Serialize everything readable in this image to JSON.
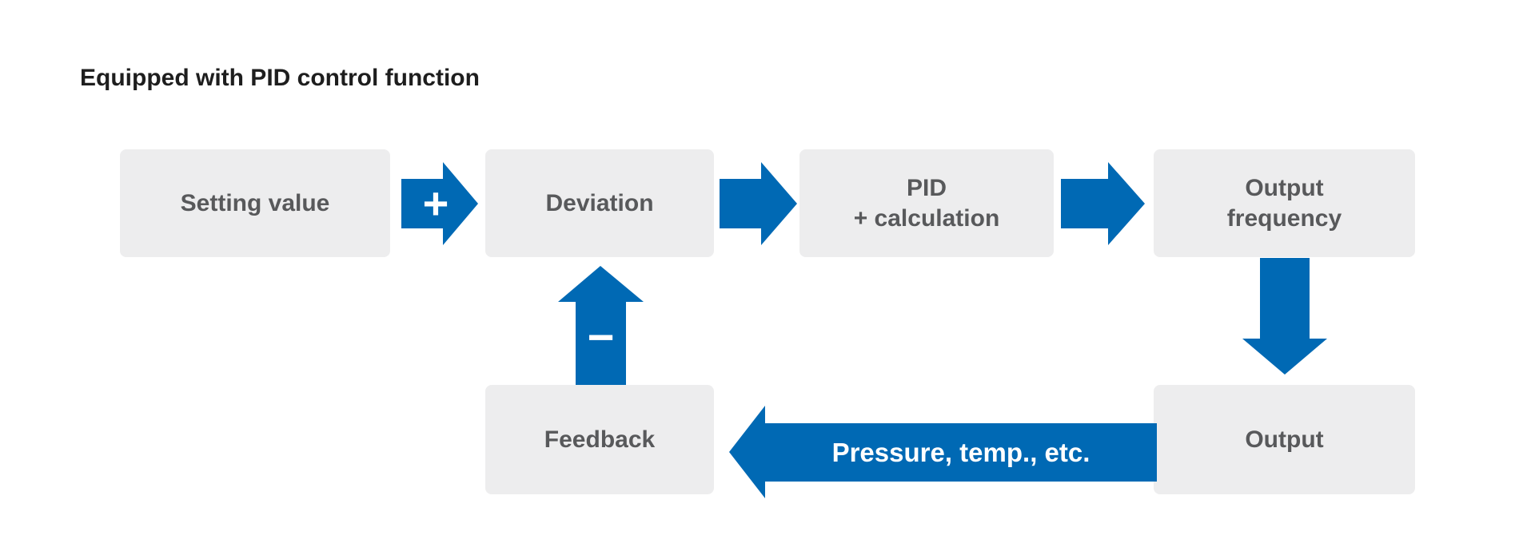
{
  "title": "Equipped with PID control function",
  "colors": {
    "arrow_blue": "#0069b4",
    "box_background": "#ededee",
    "box_text": "#58595b",
    "title_text": "#1e1e1e",
    "arrow_label_text": "#ffffff"
  },
  "boxes": {
    "setting_value": "Setting value",
    "deviation": "Deviation",
    "pid_calculation": "PID\n+ calculation",
    "output_frequency": "Output\nfrequency",
    "feedback": "Feedback",
    "output": "Output"
  },
  "symbols": {
    "plus": "+",
    "minus": "−"
  },
  "labels": {
    "feedback_path": "Pressure, temp., etc."
  }
}
